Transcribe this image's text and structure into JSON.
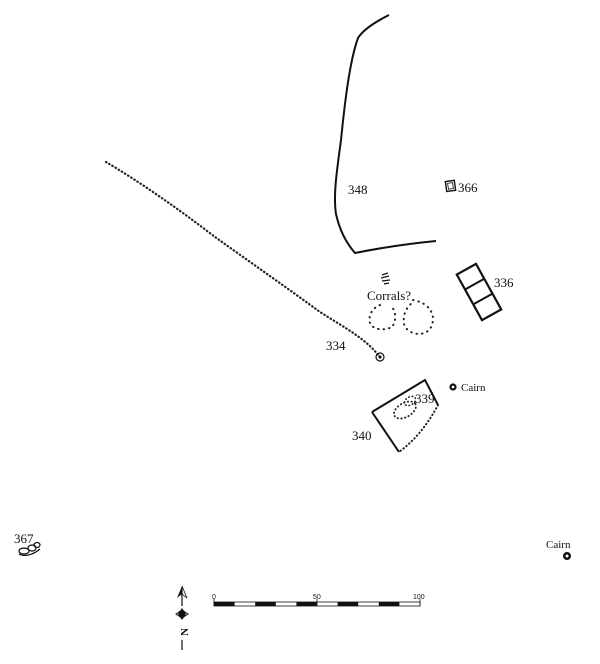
{
  "features": {
    "f348": "348",
    "f366": "366",
    "f336": "336",
    "corrals": "Corrals?",
    "f334": "334",
    "f339": "339",
    "cairn_1": "Cairn",
    "f340": "340",
    "f367": "367",
    "cairn_2": "Cairn"
  },
  "scale_bar": {
    "ticks": [
      "0",
      "50",
      "100"
    ]
  },
  "north_arrow": {
    "label": "N"
  }
}
